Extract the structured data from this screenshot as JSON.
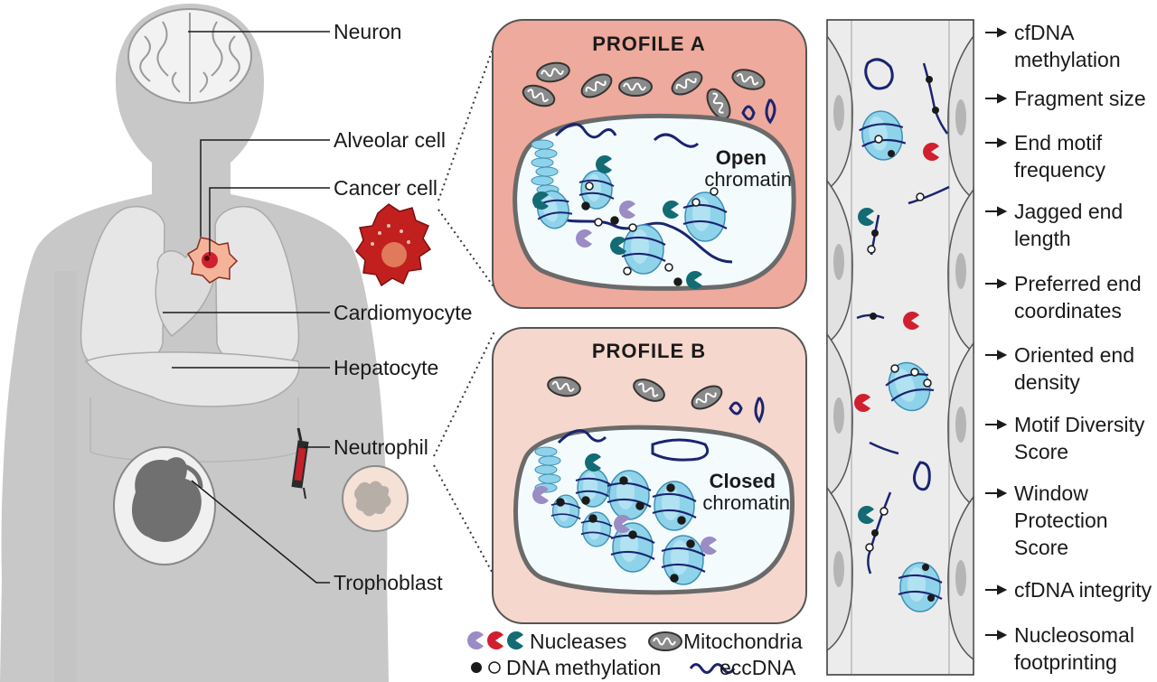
{
  "cell_labels": [
    "Neuron",
    "Alveolar cell",
    "Cancer cell",
    "Cardiomyocyte",
    "Hepatocyte",
    "Neutrophil",
    "Trophoblast"
  ],
  "profile_a": {
    "title": "PROFILE A",
    "state_bold": "Open",
    "state": "chromatin"
  },
  "profile_b": {
    "title": "PROFILE B",
    "state_bold": "Closed",
    "state": "chromatin"
  },
  "legend": {
    "nucleases": "Nucleases",
    "mitochondria": "Mitochondria",
    "dna_methylation": "DNA methylation",
    "eccdna": "eccDNA"
  },
  "features": [
    [
      "cfDNA",
      "methylation"
    ],
    [
      "Fragment size"
    ],
    [
      "End motif",
      "frequency"
    ],
    [
      "Jagged end",
      "length"
    ],
    [
      "Preferred end",
      "coordinates"
    ],
    [
      "Oriented end",
      "density"
    ],
    [
      "Motif Diversity",
      "Score"
    ],
    [
      "Window",
      "Protection",
      "Score"
    ],
    [
      "cfDNA integrity"
    ],
    [
      "Nucleosomal",
      "footprinting"
    ]
  ],
  "colors": {
    "body": "#c8c8c8",
    "organ": "#e6e6e6",
    "profile_a_bg": "#eeaa9c",
    "profile_b_bg": "#f6d7cd",
    "nucleosome": "#8fd3ea",
    "nuclease_purple": "#9b8cc4",
    "nuclease_red": "#d0202f",
    "nuclease_teal": "#136b74",
    "dna": "#1b2470",
    "mitochondria": "#8a8a8a",
    "vessel": "#e4e4e4"
  }
}
